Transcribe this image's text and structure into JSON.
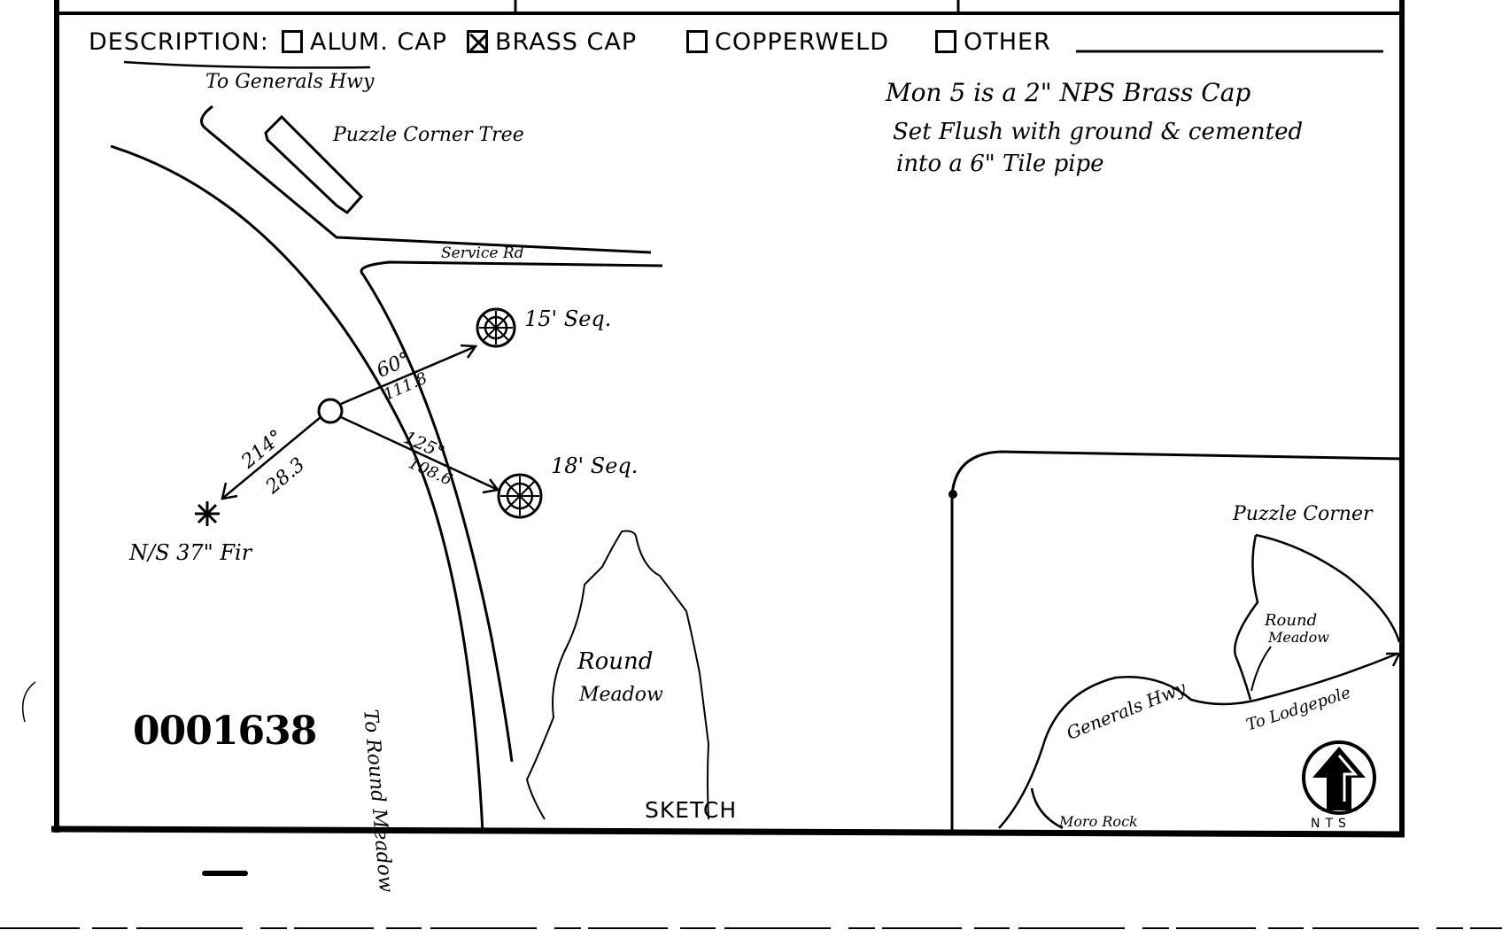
{
  "description": {
    "label": "DESCRIPTION:",
    "options": [
      {
        "label": "ALUM. CAP",
        "checked": false
      },
      {
        "label": "BRASS CAP",
        "checked": true
      },
      {
        "label": "COPPERWELD",
        "checked": false
      },
      {
        "label": "OTHER",
        "checked": false
      }
    ]
  },
  "notes": {
    "line1": "Mon 5 is a 2\" NPS Brass Cap",
    "line2": "Set Flush with ground & cemented",
    "line3": "into a 6\" Tile pipe"
  },
  "sketch": {
    "label": "SKETCH",
    "to_generals_hwy": "To Generals Hwy",
    "puzzle_corner_tree": "Puzzle Corner Tree",
    "service_rd": "Service Rd",
    "seq_15": "15' Seq.",
    "seq_18": "18' Seq.",
    "fir_37": "N/S 37\" Fir",
    "bearing_60": "60°",
    "dist_1118": "111.8",
    "bearing_125": "125°",
    "dist_1086": "108.6",
    "bearing_214": "214°",
    "dist_283": "28.3",
    "to_round_meadow": "To Round Meadow",
    "round_meadow": "Round",
    "round_meadow_2": "Meadow"
  },
  "inset_map": {
    "puzzle_corner": "Puzzle Corner",
    "round_meadow": "Round",
    "round_meadow_2": "Meadow",
    "generals_hwy": "Generals Hwy",
    "to_lodgepole": "To Lodgepole",
    "moro_rock": "Moro Rock",
    "nts": "NTS",
    "north_icon": "north-arrow-icon"
  },
  "stamp": {
    "number": "0001638"
  }
}
